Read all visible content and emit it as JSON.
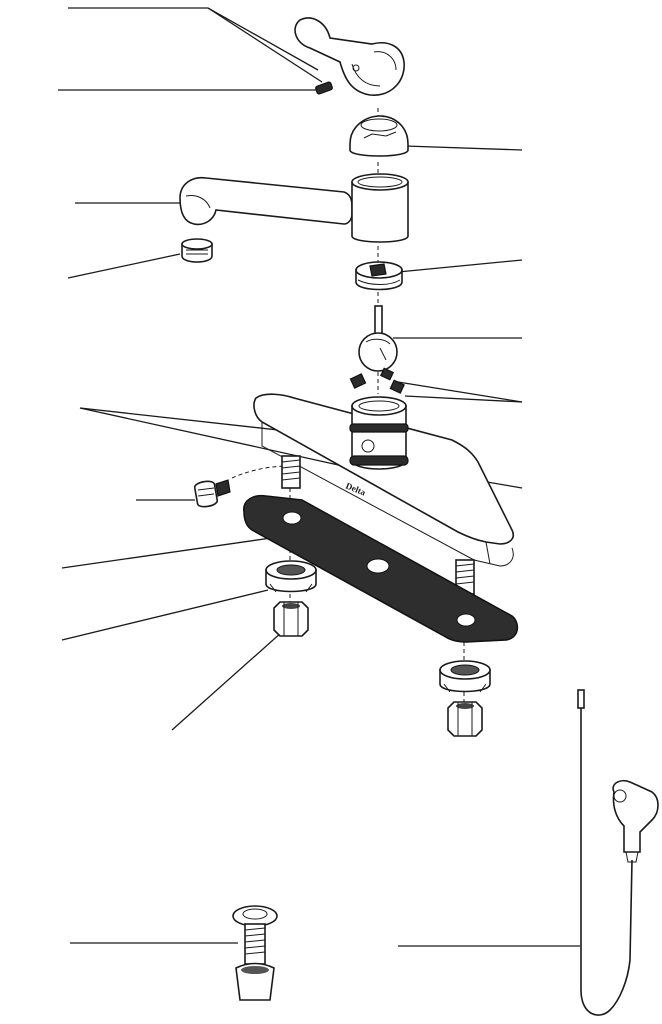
{
  "diagram": {
    "brand_mark": "Delta",
    "parts": [
      {
        "id": "handle-assembly"
      },
      {
        "id": "handle-set-screw"
      },
      {
        "id": "cap"
      },
      {
        "id": "spout"
      },
      {
        "id": "aerator"
      },
      {
        "id": "adjusting-ring"
      },
      {
        "id": "ball-assembly"
      },
      {
        "id": "seats-and-springs"
      },
      {
        "id": "o-rings"
      },
      {
        "id": "cam-and-packing"
      },
      {
        "id": "diverter-bushing"
      },
      {
        "id": "bottom-gasket"
      },
      {
        "id": "mounting-washer"
      },
      {
        "id": "mounting-nut"
      },
      {
        "id": "spray-support"
      },
      {
        "id": "spray-hose"
      }
    ]
  }
}
